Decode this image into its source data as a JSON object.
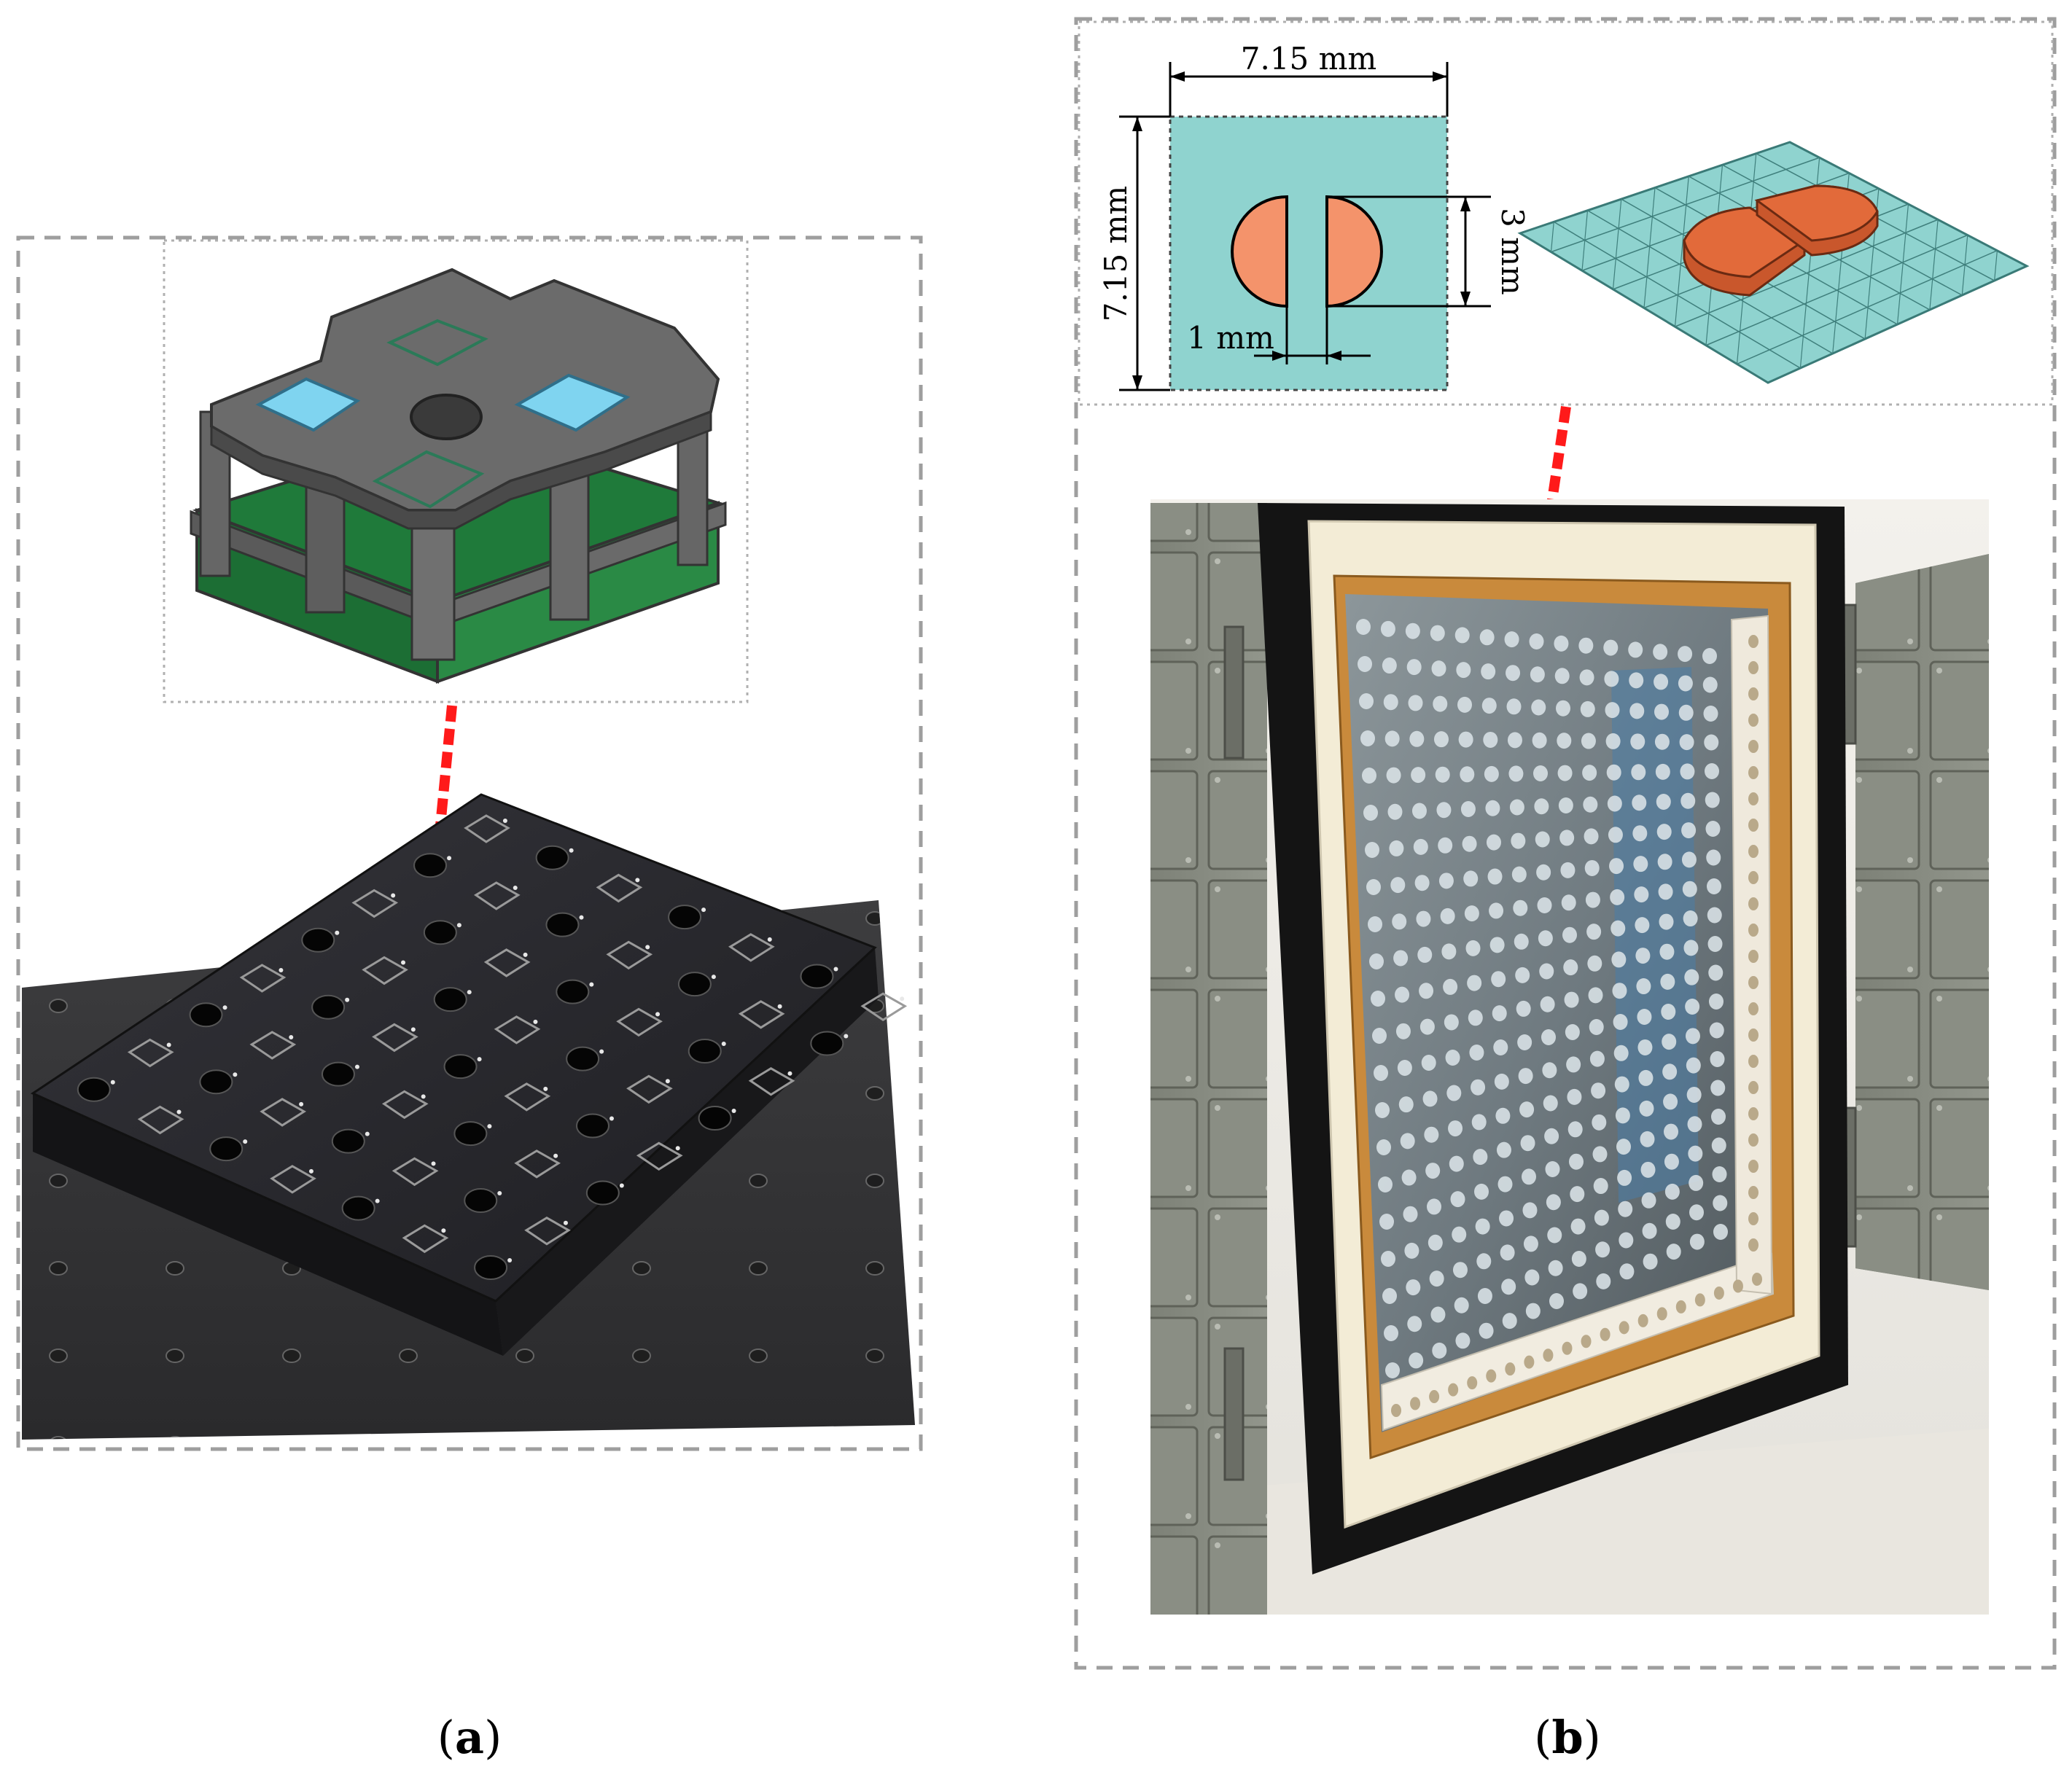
{
  "figure": {
    "panel_a": {
      "caption_letter": "a",
      "dash_color": "#9e9e9e",
      "pointer_color": "#ff1a1a"
    },
    "panel_b": {
      "caption_letter": "b",
      "dimensions": {
        "width_label": "7.15 mm",
        "height_label": "7.15 mm",
        "patch_height_label": "3 mm",
        "gap_label": "1 mm"
      },
      "colors": {
        "substrate": "#8fd3cf",
        "patch": "#f4936b",
        "patch_3d": "#e26a3a"
      }
    }
  }
}
